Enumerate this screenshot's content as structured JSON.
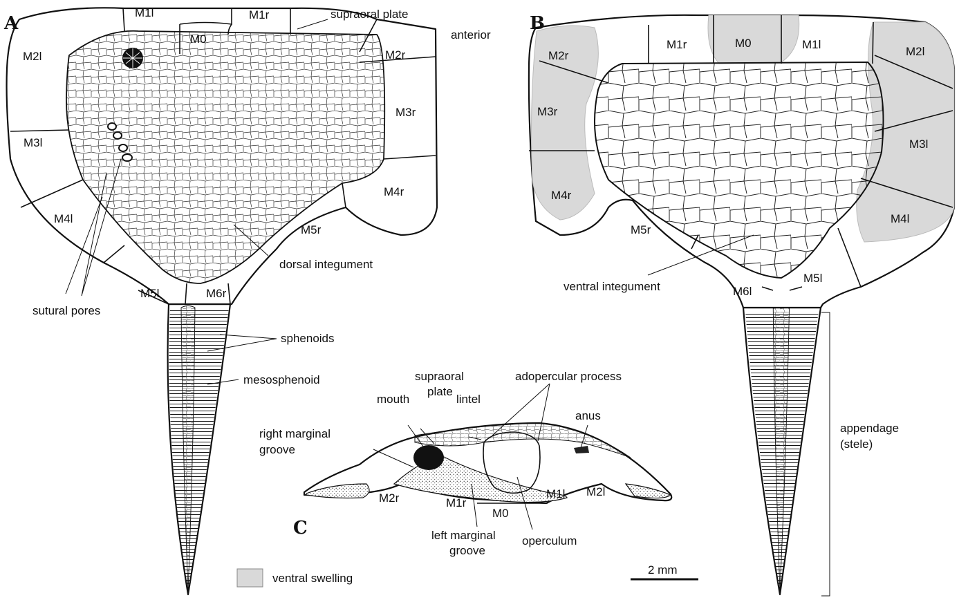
{
  "panels": {
    "A": "A",
    "B": "B",
    "C": "C"
  },
  "panel_a": {
    "plates": {
      "M1l": "M1l",
      "M1r": "M1r",
      "M0": "M0",
      "M2l": "M2l",
      "M2r": "M2r",
      "M3l": "M3l",
      "M3r": "M3r",
      "M4l": "M4l",
      "M4r": "M4r",
      "M5r": "M5r",
      "M5l": "M5l",
      "M6r": "M6r"
    },
    "labels": {
      "supraoral_plate": "supraoral plate",
      "anterior": "anterior",
      "dorsal_integument": "dorsal integument",
      "sutural_pores": "sutural pores",
      "sphenoids": "sphenoids",
      "mesosphenoid": "mesosphenoid"
    }
  },
  "panel_b": {
    "plates": {
      "M1r": "M1r",
      "M0": "M0",
      "M1l": "M1l",
      "M2r": "M2r",
      "M2l": "M2l",
      "M3r": "M3r",
      "M3l": "M3l",
      "M4r": "M4r",
      "M4l": "M4l",
      "M5r": "M5r",
      "M6l": "M6l",
      "M5l": "M5l"
    },
    "labels": {
      "ventral_integument": "ventral integument",
      "appendage_line1": "appendage",
      "appendage_line2": "(stele)"
    }
  },
  "panel_c": {
    "plates": {
      "M2r": "M2r",
      "M1r": "M1r",
      "M0": "M0",
      "M1l": "M1l",
      "M2l": "M2l"
    },
    "labels": {
      "supraoral_line1": "supraoral",
      "supraoral_line2": "plate",
      "mouth": "mouth",
      "lintel": "lintel",
      "adopercular_process": "adopercular process",
      "anus": "anus",
      "right_marginal_line1": "right marginal",
      "right_marginal_line2": "groove",
      "left_marginal_line1": "left marginal",
      "left_marginal_line2": "groove",
      "operculum": "operculum"
    }
  },
  "legend": {
    "ventral_swelling": "ventral swelling",
    "swatch_color": "#d9d9d9"
  },
  "scale_bar": {
    "label": "2 mm"
  }
}
